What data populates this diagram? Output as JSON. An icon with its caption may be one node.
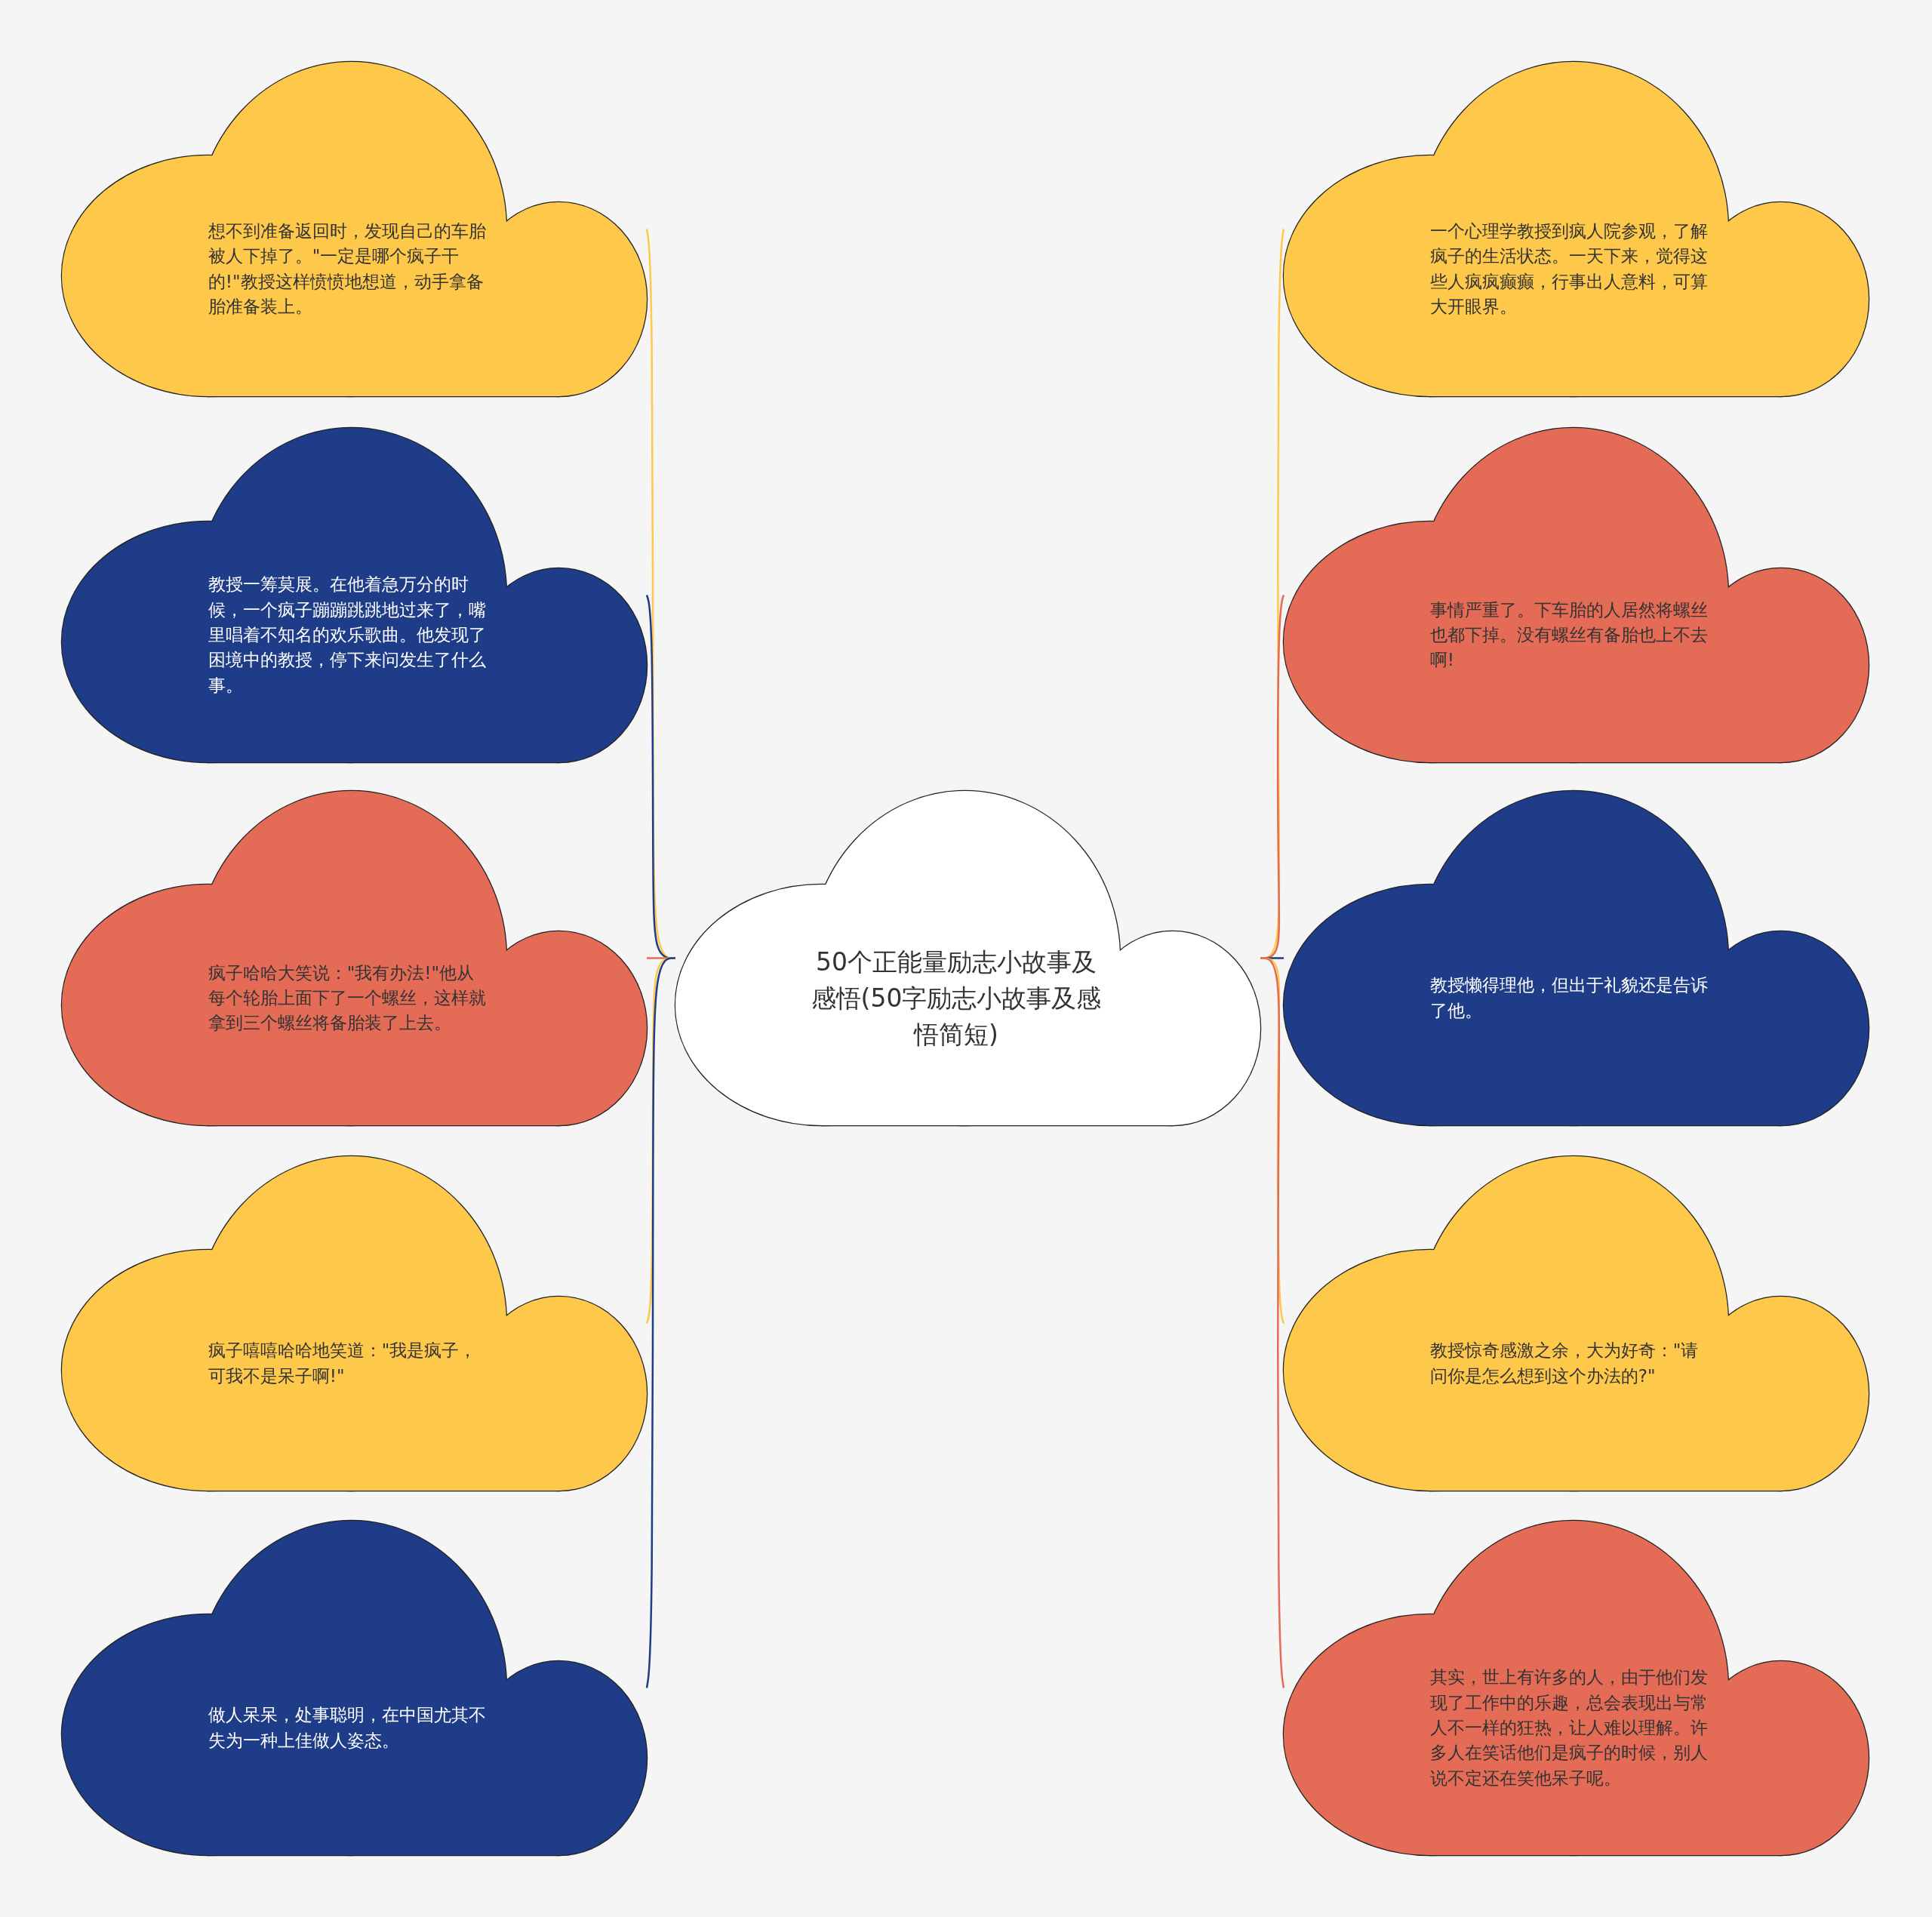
{
  "diagram": {
    "nodes": [
      {
        "text": [
          "50个正能量励志小故事及感悟(50字励志小故事及感悟简短)"
        ]
      },
      {
        "text": [
          "想不到准备返回时，发现自己的车胎被人下掉了。\"一定是哪个疯子干的!\"教授这样愤愤地想道，动手拿备胎准备装上。"
        ]
      },
      {
        "text": [
          "教授一筹莫展。在他着急万分的时候，一个疯子蹦蹦跳跳地过来了，嘴里唱着不知名的欢乐歌曲。他发现了困境中的教授，停下来问发生了什么事。"
        ]
      },
      {
        "text": [
          "疯子哈哈大笑说：\"我有办法!\"他从每个轮胎上面下了一个螺丝，这样就拿到三个螺丝将备胎装了上去。"
        ]
      },
      {
        "text": [
          "疯子嘻嘻哈哈地笑道：\"我是疯子，可我不是呆子啊!\""
        ]
      },
      {
        "text": [
          "做人呆呆，处事聪明，在中国尤其不失为一种上佳做人姿态。"
        ]
      },
      {
        "text": [
          "一个心理学教授到疯人院参观，了解疯子的生活状态。一天下来，觉得这些人疯疯癫癫，行事出人意料，可算大开眼界。"
        ]
      },
      {
        "text": [
          "事情严重了。下车胎的人居然将螺丝也都下掉。没有螺丝有备胎也上不去啊!"
        ]
      },
      {
        "text": [
          "教授懒得理他，但出于礼貌还是告诉了他。"
        ]
      },
      {
        "text": [
          "教授惊奇感激之余，大为好奇：\"请问你是怎么想到这个办法的?\""
        ]
      },
      {
        "text": [
          "其实，世上有许多的人，由于他们发现了工作中的乐趣，总会表现出与常人不一样的狂热，让人难以理解。许多人在笑话他们是疯子的时候，别人说不定还在笑他呆子呢。"
        ]
      }
    ],
    "edges": [
      {
        "from": 0,
        "to": 1,
        "arrow": "none",
        "color": "#fec84a"
      },
      {
        "from": 0,
        "to": 2,
        "arrow": "none",
        "color": "#1f3c88"
      },
      {
        "from": 0,
        "to": 3,
        "arrow": "none",
        "color": "#e46c57"
      },
      {
        "from": 0,
        "to": 4,
        "arrow": "none",
        "color": "#fec84a"
      },
      {
        "from": 0,
        "to": 5,
        "arrow": "none",
        "color": "#1f3c88"
      },
      {
        "from": 0,
        "to": 6,
        "arrow": "none",
        "color": "#fec84a"
      },
      {
        "from": 0,
        "to": 7,
        "arrow": "none",
        "color": "#e46c57"
      },
      {
        "from": 0,
        "to": 8,
        "arrow": "none",
        "color": "#1f3c88"
      },
      {
        "from": 0,
        "to": 9,
        "arrow": "none",
        "color": "#fec84a"
      },
      {
        "from": 0,
        "to": 10,
        "arrow": "none",
        "color": "#e46c57"
      }
    ]
  }
}
